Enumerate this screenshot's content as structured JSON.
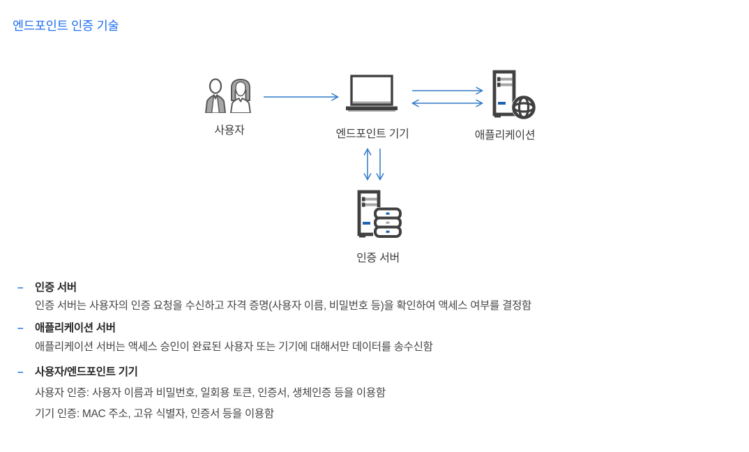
{
  "page": {
    "title": "엔드포인트 인증 기술"
  },
  "colors": {
    "title_blue": "#1e6ef2",
    "arrow_blue": "#2e79c7",
    "bullet_marker_blue": "#2b7de1",
    "icon_dark_gray": "#404040",
    "icon_light_gray": "#a6a6a6",
    "icon_accent_blue": "#1f63b0",
    "body_text": "#454545",
    "heading_text": "#262626"
  },
  "diagram": {
    "nodes": [
      {
        "label": "사용자",
        "icon": "users-icon"
      },
      {
        "label": "엔드포인트 기기",
        "icon": "laptop-icon"
      },
      {
        "label": "애플리케이션",
        "icon": "server-globe-icon"
      },
      {
        "label": "인증 서버",
        "icon": "server-database-icon"
      }
    ],
    "arrows": [
      {
        "from": "사용자",
        "to": "엔드포인트 기기",
        "direction": "right"
      },
      {
        "from": "엔드포인트 기기",
        "to": "애플리케이션",
        "direction": "right"
      },
      {
        "from": "애플리케이션",
        "to": "엔드포인트 기기",
        "direction": "both"
      },
      {
        "from": "엔드포인트 기기",
        "to": "인증 서버",
        "direction": "both"
      },
      {
        "from": "엔드포인트 기기",
        "to": "인증 서버",
        "direction": "down"
      }
    ]
  },
  "bullet_marker": "–",
  "bullets": [
    {
      "title": "인증 서버",
      "lines": [
        "인증 서버는 사용자의 인증 요청을 수신하고 자격 증명(사용자 이름, 비밀번호 등)을 확인하여 액세스 여부를 결정함"
      ]
    },
    {
      "title": "애플리케이션 서버",
      "lines": [
        "애플리케이션 서버는 액세스 승인이 완료된 사용자 또는 기기에 대해서만 데이터를 송수신함"
      ]
    },
    {
      "title": "사용자/엔드포인트 기기",
      "lines": [
        "사용자 인증: 사용자 이름과 비밀번호, 일회용 토큰, 인증서, 생체인증 등을 이용함",
        "기기 인증: MAC 주소, 고유 식별자, 인증서 등을 이용함"
      ]
    }
  ]
}
